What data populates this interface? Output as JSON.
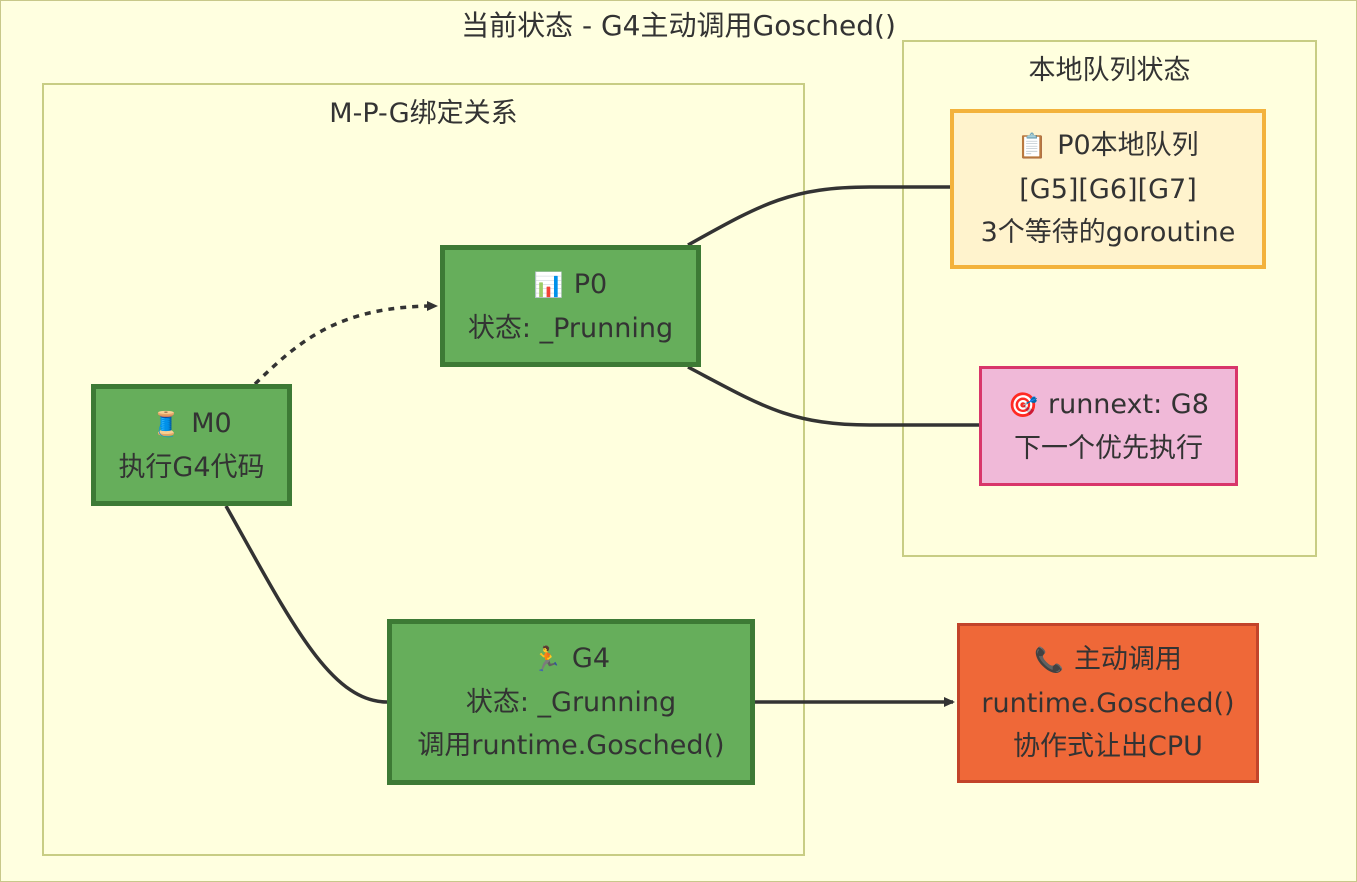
{
  "title": "当前状态 - G4主动调用Gosched()",
  "clusters": {
    "mpg": "M-P-G绑定关系",
    "queue": "本地队列状态"
  },
  "nodes": {
    "m0": {
      "icon": "🧵",
      "name": "M0",
      "desc": "执行G4代码"
    },
    "p0": {
      "icon": "📊",
      "name": "P0",
      "desc": "状态: _Prunning"
    },
    "g4": {
      "icon": "🏃",
      "name": "G4",
      "desc": "状态: _Grunning",
      "desc2": "调用runtime.Gosched()"
    },
    "queue": {
      "icon": "📋",
      "name": "P0本地队列",
      "desc": "[G5][G6][G7]",
      "desc2": "3个等待的goroutine"
    },
    "runnext": {
      "icon": "🎯",
      "name": "runnext: G8",
      "desc": "下一个优先执行"
    },
    "gosched": {
      "icon": "📞",
      "name": "主动调用",
      "desc": "runtime.Gosched()",
      "desc2": "协作式让出CPU"
    }
  },
  "icons": {
    "m0": "thread-spool-icon",
    "p0": "bar-chart-icon",
    "g4": "runner-icon",
    "queue": "clipboard-icon",
    "runnext": "target-icon",
    "gosched": "telephone-icon"
  },
  "colors": {
    "background": "#ffffe0",
    "cluster_border": "#c8cd84",
    "green_fill": "#66ae5b",
    "green_border": "#3d7a35",
    "queue_fill": "#fff3cd",
    "queue_border": "#f3b23c",
    "runnext_fill": "#f0b9d8",
    "runnext_border": "#d8366a",
    "gosched_fill": "#ef6838",
    "gosched_border": "#c2442a",
    "edge": "#333333"
  }
}
